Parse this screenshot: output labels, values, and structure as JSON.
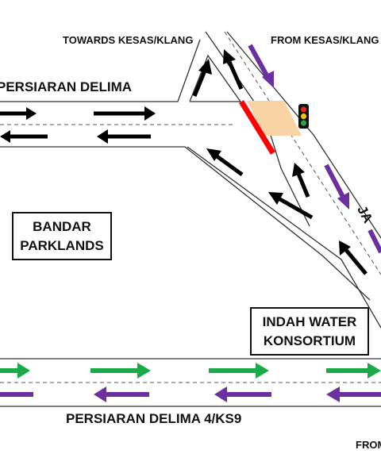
{
  "labels": {
    "towards_kesas": "TOWARDS KESAS/KLANG",
    "from_kesas": "FROM KESAS/KLANG",
    "persiaran_delima": "PERSIARAN DELIMA",
    "persiaran_delima_4": "PERSIARAN DELIMA 4/KS9",
    "jalan_partial": "JA",
    "from_partial": "FROM"
  },
  "buildings": {
    "bandar_line1": "BANDAR",
    "bandar_line2": "PARKLANDS",
    "indah_line1": "INDAH WATER",
    "indah_line2": "KONSORTIUM"
  },
  "colors": {
    "road_outline": "#333333",
    "arrow_black": "#000000",
    "arrow_green": "#1aab48",
    "arrow_purple": "#6b2fa0",
    "closure_bar": "#ff0000",
    "closure_zone": "#f8d3a4",
    "signal_body": "#111111",
    "signal_red": "#e8291c",
    "signal_amber": "#f2c500",
    "signal_green": "#2aa845"
  },
  "icons": [
    "traffic-light-icon",
    "arrow-icon"
  ]
}
